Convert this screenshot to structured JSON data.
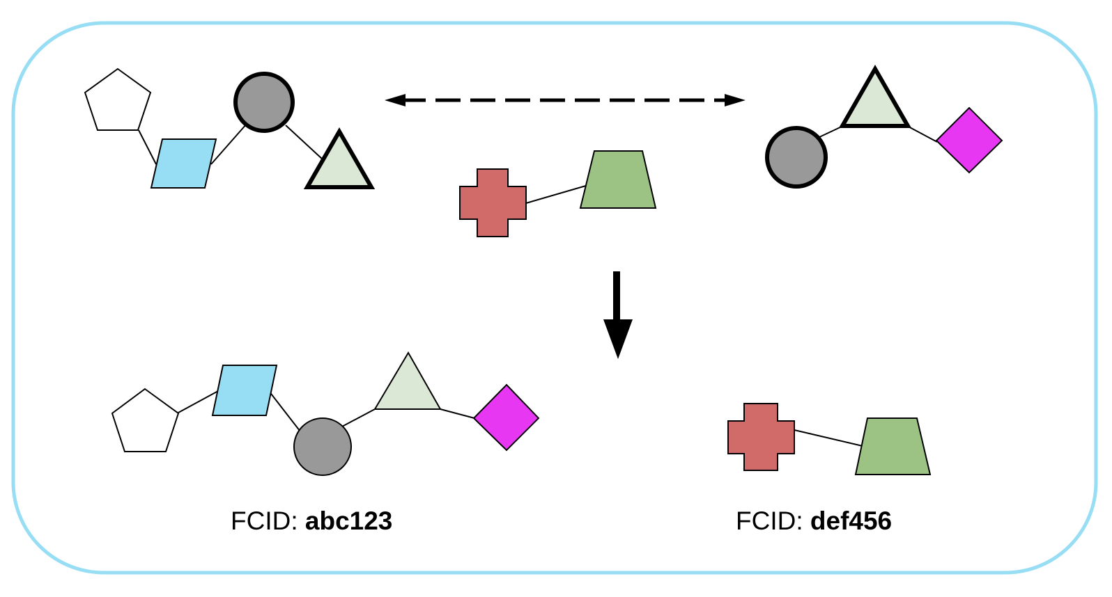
{
  "colors": {
    "frame": "#97DEF5",
    "pentagon": "#ffffff",
    "parallelogram": "#97DEF5",
    "circle": "#999999",
    "triangle": "#DCE8D6",
    "diamond": "#E837F3",
    "cross": "#D16B6A",
    "trapezoid": "#9CC384",
    "stroke": "#000000"
  },
  "top": {
    "left_chain": [
      "pentagon",
      "parallelogram",
      "circle",
      "triangle"
    ],
    "left_chain_emphasized": [
      "circle",
      "triangle"
    ],
    "middle_chain": [
      "cross",
      "trapezoid"
    ],
    "right_chain": [
      "circle",
      "triangle",
      "diamond"
    ],
    "right_chain_emphasized": [
      "circle",
      "triangle"
    ],
    "relation_arrow": "dashed-bidirectional"
  },
  "transition_arrow": "down",
  "bottom": {
    "result1": {
      "chain": [
        "pentagon",
        "parallelogram",
        "circle",
        "triangle",
        "diamond"
      ],
      "label_prefix": "FCID: ",
      "label_id": "abc123"
    },
    "result2": {
      "chain": [
        "cross",
        "trapezoid"
      ],
      "label_prefix": "FCID: ",
      "label_id": "def456"
    }
  }
}
